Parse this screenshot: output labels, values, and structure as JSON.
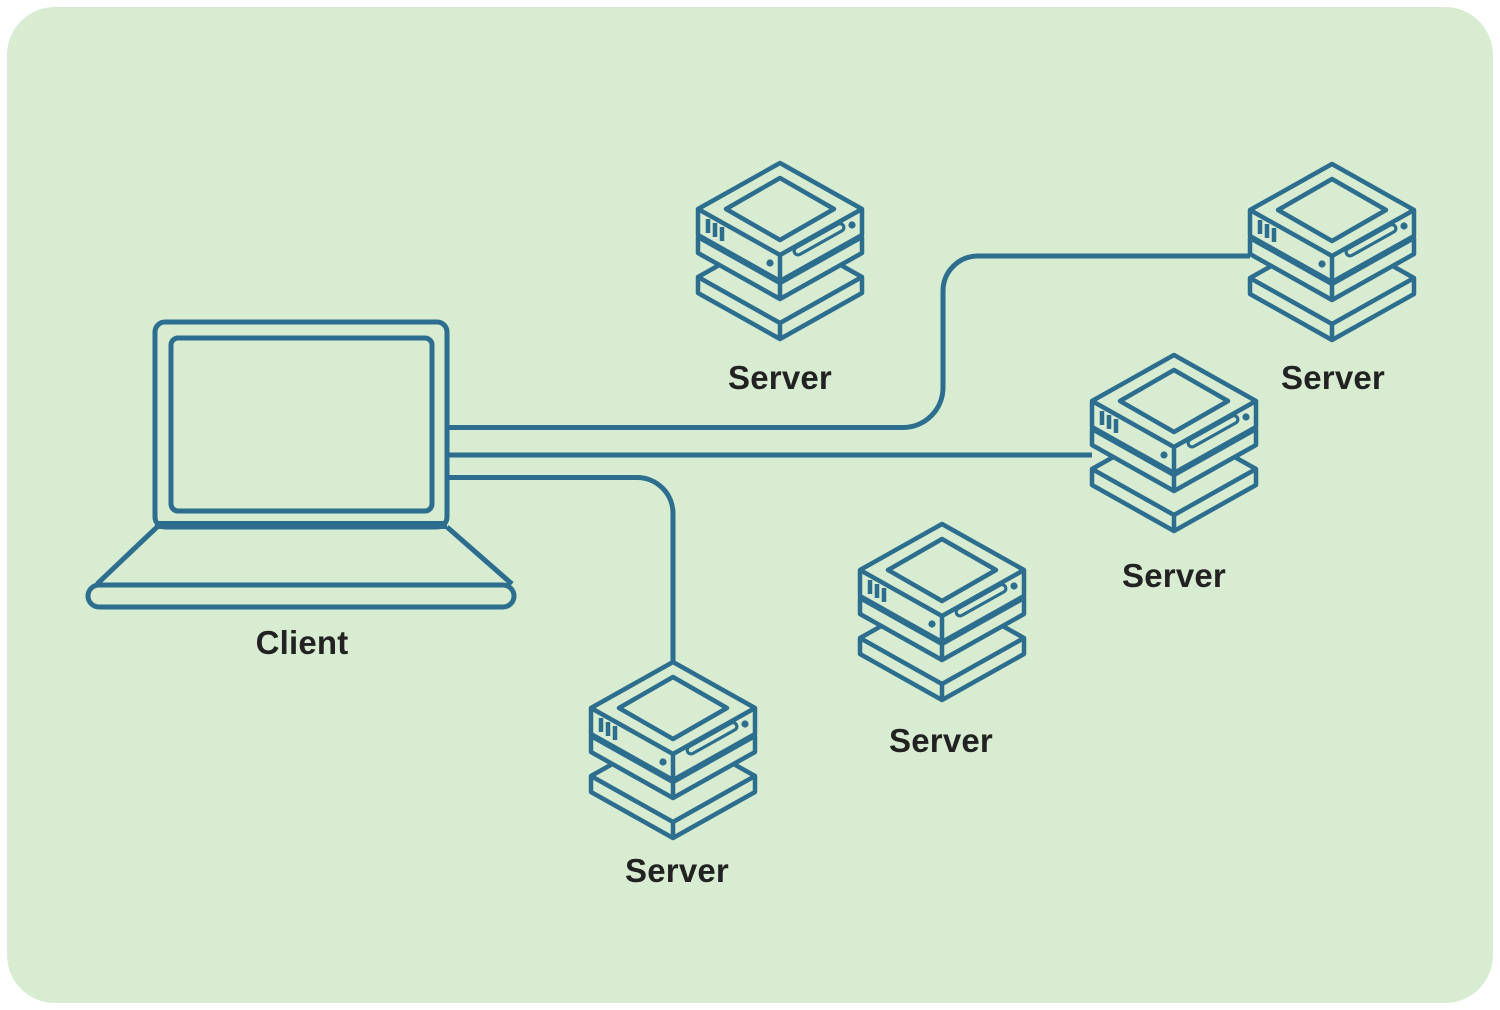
{
  "diagram": {
    "kind": "client-server-network-diagram",
    "colors": {
      "page_bg": "#ffffff",
      "panel_bg": "#d8ecd2",
      "stroke": "#2d6e8e",
      "label_text": "#222222"
    },
    "nodes": [
      {
        "id": "client",
        "kind": "laptop",
        "label": "Client"
      },
      {
        "id": "server-top-center",
        "kind": "server",
        "label": "Server"
      },
      {
        "id": "server-top-right",
        "kind": "server",
        "label": "Server"
      },
      {
        "id": "server-mid-right",
        "kind": "server",
        "label": "Server"
      },
      {
        "id": "server-center",
        "kind": "server",
        "label": "Server"
      },
      {
        "id": "server-bottom-left",
        "kind": "server",
        "label": "Server"
      }
    ],
    "connections": [
      {
        "from": "client",
        "to": "server-top-right"
      },
      {
        "from": "client",
        "to": "server-mid-right"
      },
      {
        "from": "client",
        "to": "server-bottom-left"
      }
    ]
  }
}
